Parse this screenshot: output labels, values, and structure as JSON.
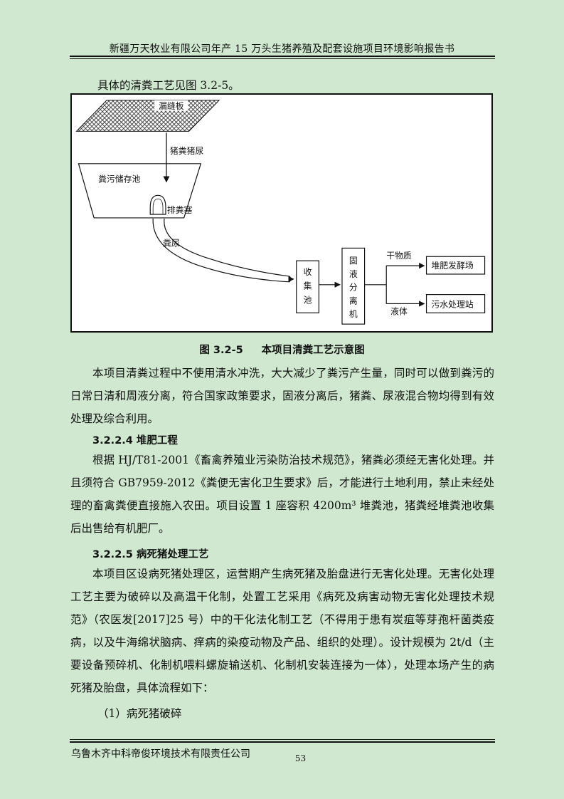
{
  "header": {
    "title": "新疆万天牧业有限公司年产 15 万头生猪养殖及配套设施项目环境影响报告书"
  },
  "intro_text": "具体的清粪工艺见图 3.2-5。",
  "diagram": {
    "labels": {
      "slat_floor": "漏缝板",
      "pig_waste": "猪粪猪尿",
      "storage_pit": "粪污储存池",
      "drain_plug": "排粪塞",
      "manure_urine": "粪尿",
      "collection_tank": "收集池",
      "separator": "固液分离机",
      "dry_matter": "干物质",
      "compost_yard": "堆肥发酵场",
      "liquid": "液体",
      "wastewater_station": "污水处理站"
    }
  },
  "caption": {
    "number": "图 3.2-5",
    "title": "本项目清粪工艺示意图"
  },
  "paragraph_1": "本项目清粪过程中不使用清水冲洗，大大减少了粪污产生量，同时可以做到粪污的日常日清和周液分离，符合国家政策要求，固液分离后，猪粪、尿液混合物均得到有效处理及综合利用。",
  "section_1": {
    "heading": "3.2.2.4  堆肥工程",
    "text": "根据 HJ/T81-2001《畜禽养殖业污染防治技术规范》，猪粪必须经无害化处理。并且须符合 GB7959-2012《粪便无害化卫生要求》后，才能进行土地利用，禁止未经处理的畜禽粪便直接施入农田。项目设置 1 座容积 4200m³ 堆粪池，猪粪经堆粪池收集后出售给有机肥厂。"
  },
  "section_2": {
    "heading": "3.2.2.5 病死猪处理工艺",
    "text": "本项目区设病死猪处理区，运营期产生病死猪及胎盘进行无害化处理。无害化处理工艺主要为破碎以及高温干化制，处置工艺采用《病死及病害动物无害化处理技术规范》（农医发[2017]25 号）中的干化法化制工艺（不得用于患有炭疽等芽孢杆菌类疫病，以及牛海绵状脑病、痒病的染疫动物及产品、组织的处理）。设计规模为 2t/d（主要设备预碎机、化制机喂料螺旋输送机、化制机安装连接为一体），处理本场产生的病死猪及胎盘，具体流程如下："
  },
  "list_item_1": "（1）病死猪破碎",
  "footer": {
    "company": "乌鲁木齐中科帝俊环境技术有限责任公司",
    "page_number": "53"
  }
}
